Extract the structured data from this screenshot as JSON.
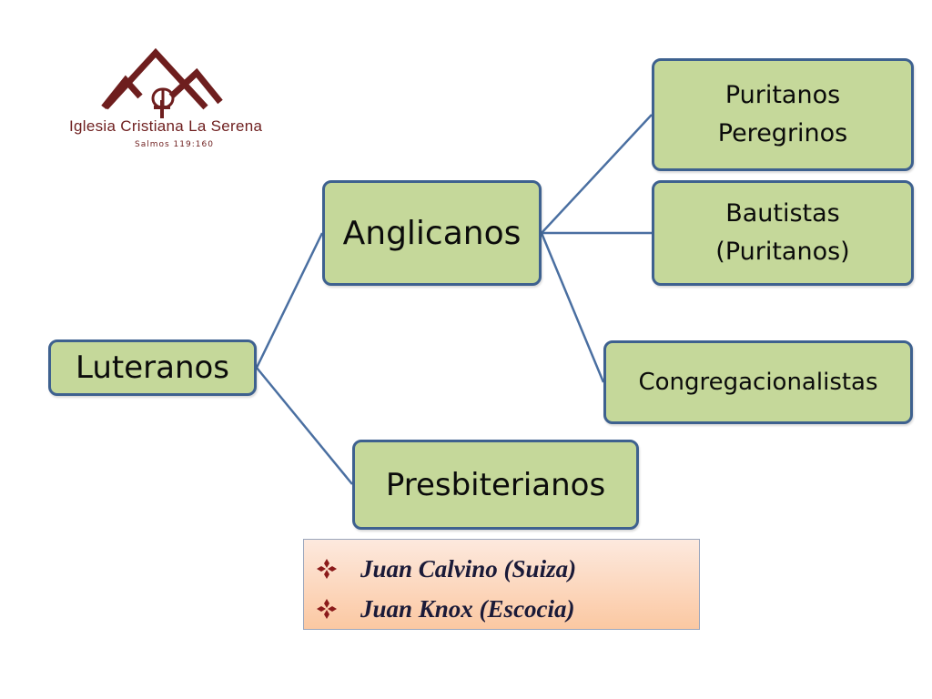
{
  "logo": {
    "name": "Iglesia Cristiana La Serena",
    "subtitle": "Salmos 119:160"
  },
  "tree": {
    "root": "Luteranos",
    "level1": [
      "Anglicanos",
      "Presbiterianos"
    ],
    "anglicanos_children": {
      "puritanos": [
        "Puritanos",
        "Peregrinos"
      ],
      "bautistas": [
        "Bautistas",
        "(Puritanos)"
      ],
      "congregacionalistas": "Congregacionalistas"
    }
  },
  "presbiterianos_notes": [
    "Juan Calvino (Suiza)",
    "Juan Knox (Escocia)"
  ],
  "colors": {
    "node_fill": "#c5d89a",
    "node_border": "#3e618f",
    "connector": "#4a6fa1",
    "logo": "#6e1e1e",
    "bullet_box_top": "#fde9de",
    "bullet_box_bottom": "#fbc8a2",
    "diamond_bullet": "#8b1a1a"
  }
}
